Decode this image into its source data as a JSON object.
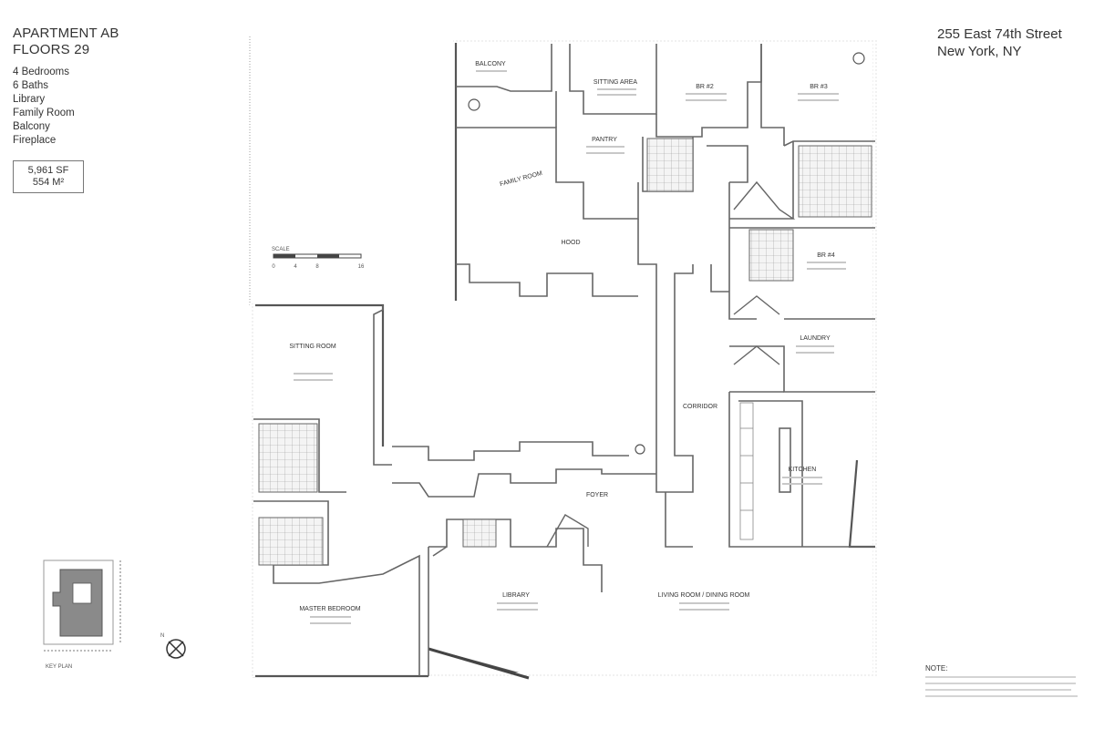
{
  "header": {
    "apartment": "APARTMENT AB",
    "floors": "FLOORS 29",
    "features": [
      "4 Bedrooms",
      "6 Baths",
      "Library",
      "Family Room",
      "Balcony",
      "Fireplace"
    ],
    "area_sf": "5,961 SF",
    "area_m2": "554 M²",
    "address_line1": "255 East 74th Street",
    "address_line2": "New York, NY"
  },
  "rooms": {
    "balcony": "BALCONY",
    "sitting_area": "SITTING AREA",
    "br2": "BR #2",
    "br3": "BR #3",
    "pantry": "PANTRY",
    "family_room": "FAMILY ROOM",
    "hood": "HOOD",
    "br4": "BR #4",
    "laundry": "LAUNDRY",
    "sitting_room": "SITTING ROOM",
    "corridor": "CORRIDOR",
    "kitchen": "KITCHEN",
    "foyer": "FOYER",
    "library": "LIBRARY",
    "living_dining": "LIVING ROOM / DINING ROOM",
    "master_bedroom": "MASTER BEDROOM"
  },
  "scale": {
    "label": "SCALE",
    "ticks": [
      "0",
      "4",
      "8",
      "16"
    ]
  },
  "key_plan": {
    "label": "KEY PLAN",
    "north": "N"
  },
  "legend": {
    "title": "NOTE:"
  },
  "colors": {
    "wall": "#555555",
    "wall_fill": "#cfcfcf",
    "keyplan_fill": "#8a8a8a"
  }
}
